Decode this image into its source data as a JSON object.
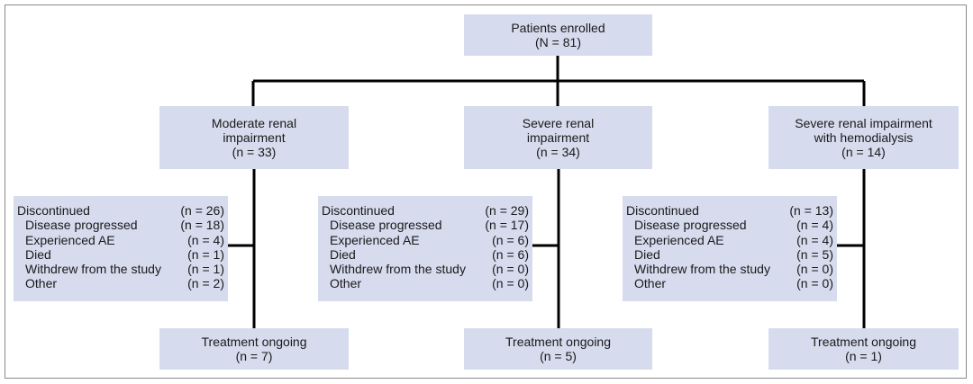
{
  "root": {
    "title": "Patients enrolled",
    "count": "(N = 81)"
  },
  "groups": [
    {
      "title_line1": "Moderate renal",
      "title_line2": "impairment",
      "count": "(n = 33)",
      "discontinued": {
        "label": "Discontinued",
        "n": "(n = 26)",
        "reasons": [
          {
            "label": "Disease progressed",
            "n": "(n = 18)"
          },
          {
            "label": "Experienced AE",
            "n": "(n = 4)"
          },
          {
            "label": "Died",
            "n": "(n = 1)"
          },
          {
            "label": "Withdrew from the study",
            "n": "(n = 1)"
          },
          {
            "label": "Other",
            "n": "(n = 2)"
          }
        ]
      },
      "ongoing": {
        "label": "Treatment ongoing",
        "n": "(n = 7)"
      }
    },
    {
      "title_line1": "Severe renal",
      "title_line2": "impairment",
      "count": "(n = 34)",
      "discontinued": {
        "label": "Discontinued",
        "n": "(n = 29)",
        "reasons": [
          {
            "label": "Disease progressed",
            "n": "(n = 17)"
          },
          {
            "label": "Experienced AE",
            "n": "(n = 6)"
          },
          {
            "label": "Died",
            "n": "(n = 6)"
          },
          {
            "label": "Withdrew from the study",
            "n": "(n = 0)"
          },
          {
            "label": "Other",
            "n": "(n = 0)"
          }
        ]
      },
      "ongoing": {
        "label": "Treatment ongoing",
        "n": "(n = 5)"
      }
    },
    {
      "title_line1": "Severe renal impairment",
      "title_line2": "with hemodialysis",
      "count": "(n = 14)",
      "discontinued": {
        "label": "Discontinued",
        "n": "(n = 13)",
        "reasons": [
          {
            "label": "Disease progressed",
            "n": "(n = 4)"
          },
          {
            "label": "Experienced AE",
            "n": "(n = 4)"
          },
          {
            "label": "Died",
            "n": "(n = 5)"
          },
          {
            "label": "Withdrew from the study",
            "n": "(n = 0)"
          },
          {
            "label": "Other",
            "n": "(n = 0)"
          }
        ]
      },
      "ongoing": {
        "label": "Treatment ongoing",
        "n": "(n = 1)"
      }
    }
  ],
  "colors": {
    "box_fill": "#d6dbee",
    "connector": "#000000",
    "frame": "#8a8a8a"
  }
}
